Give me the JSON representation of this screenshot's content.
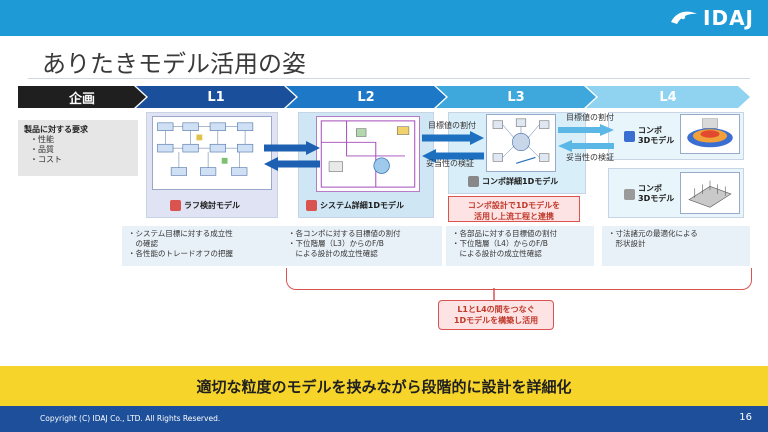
{
  "logo": {
    "text": "IDAJ",
    "icon": "idaj-swirl-icon"
  },
  "title": "ありたきモデル活用の姿",
  "stages": [
    "企画",
    "L1",
    "L2",
    "L3",
    "L4"
  ],
  "requirements": {
    "title": "製品に対する要求",
    "items": [
      "性能",
      "品質",
      "コスト"
    ]
  },
  "models": {
    "l1": "ラフ検討モデル",
    "l2": "システム詳細1Dモデル",
    "l3": "コンポ詳細1Dモデル",
    "l4a": "コンポ\n3Dモデル",
    "l4b": "コンポ\n3Dモデル"
  },
  "arrows": {
    "target_alloc_l23": "目標値の割付",
    "validity_l23": "妥当性の検証",
    "target_alloc_l34": "目標値の割付",
    "validity_l34": "妥当性の検証"
  },
  "descriptions": {
    "l1": [
      "・システム目標に対する成立性",
      "　の確認",
      "・各性能のトレードオフの把握"
    ],
    "l2": [
      "・各コンポに対する目標値の割付",
      "・下位階層（L3）からのF/B",
      "　による設計の成立性確認"
    ],
    "l3": [
      "・各部品に対する目標値の割付",
      "・下位階層（L4）からのF/B",
      "　による設計の成立性確認"
    ],
    "l4": [
      "・寸法諸元の最適化による",
      "　形状設計"
    ]
  },
  "callouts": {
    "c1": [
      "コンポ設計で1Dモデルを",
      "活用し上流工程と連携"
    ],
    "c2": [
      "L1とL4の間をつなぐ",
      "1Dモデルを構築し活用"
    ]
  },
  "banner": "適切な粒度のモデルを挟みながら段階的に設計を詳細化",
  "footer": {
    "copyright": "Copyright (C)  IDAJ Co., LTD. All Rights Reserved.",
    "page": "16"
  },
  "colors": {
    "topbar": "#1e9ad6",
    "banner": "#f6d42a",
    "footer": "#1d4f9a",
    "accent_red": "#d9534f"
  }
}
